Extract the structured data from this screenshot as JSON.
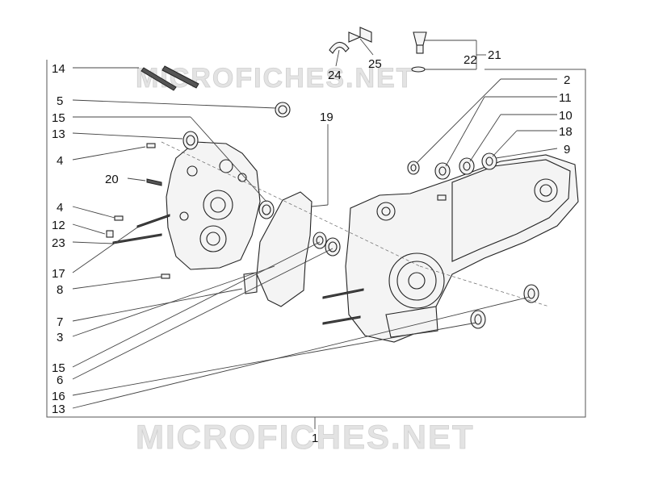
{
  "watermark_top": "MICROFICHES.NET",
  "watermark_bottom": "MICROFICHES.NET",
  "callouts": {
    "c1": "1",
    "c2": "2",
    "c3": "3",
    "c4a": "4",
    "c4b": "4",
    "c5": "5",
    "c6": "6",
    "c7": "7",
    "c8": "8",
    "c9": "9",
    "c10": "10",
    "c11": "11",
    "c12": "12",
    "c13a": "13",
    "c13b": "13",
    "c14": "14",
    "c15a": "15",
    "c15b": "15",
    "c16": "16",
    "c17": "17",
    "c18": "18",
    "c19": "19",
    "c20": "20",
    "c21": "21",
    "c22": "22",
    "c23": "23",
    "c24": "24",
    "c25": "25"
  }
}
